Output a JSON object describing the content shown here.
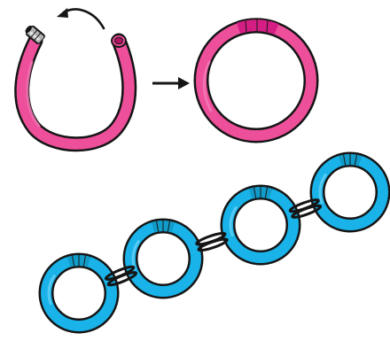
{
  "colors": {
    "pink": "#ee4f9b",
    "pink_light": "#f37ab8",
    "pink_cap": "#d41e84",
    "magenta_hole": "#b0125f",
    "blue": "#19b3ea",
    "blue_light": "#62cff3",
    "blue_cap": "#119bc9",
    "outline": "#151515",
    "connector_gray": "#b3b3b3",
    "connector_light": "#e6e6e6"
  },
  "steps": [
    {
      "name": "open-tube",
      "description_icon": "open-pink-tube-with-connector"
    },
    {
      "name": "closed-ring",
      "description_icon": "closed-pink-ring"
    }
  ],
  "chain": {
    "ring_count": 4,
    "link_icon": "black-chain-link"
  }
}
